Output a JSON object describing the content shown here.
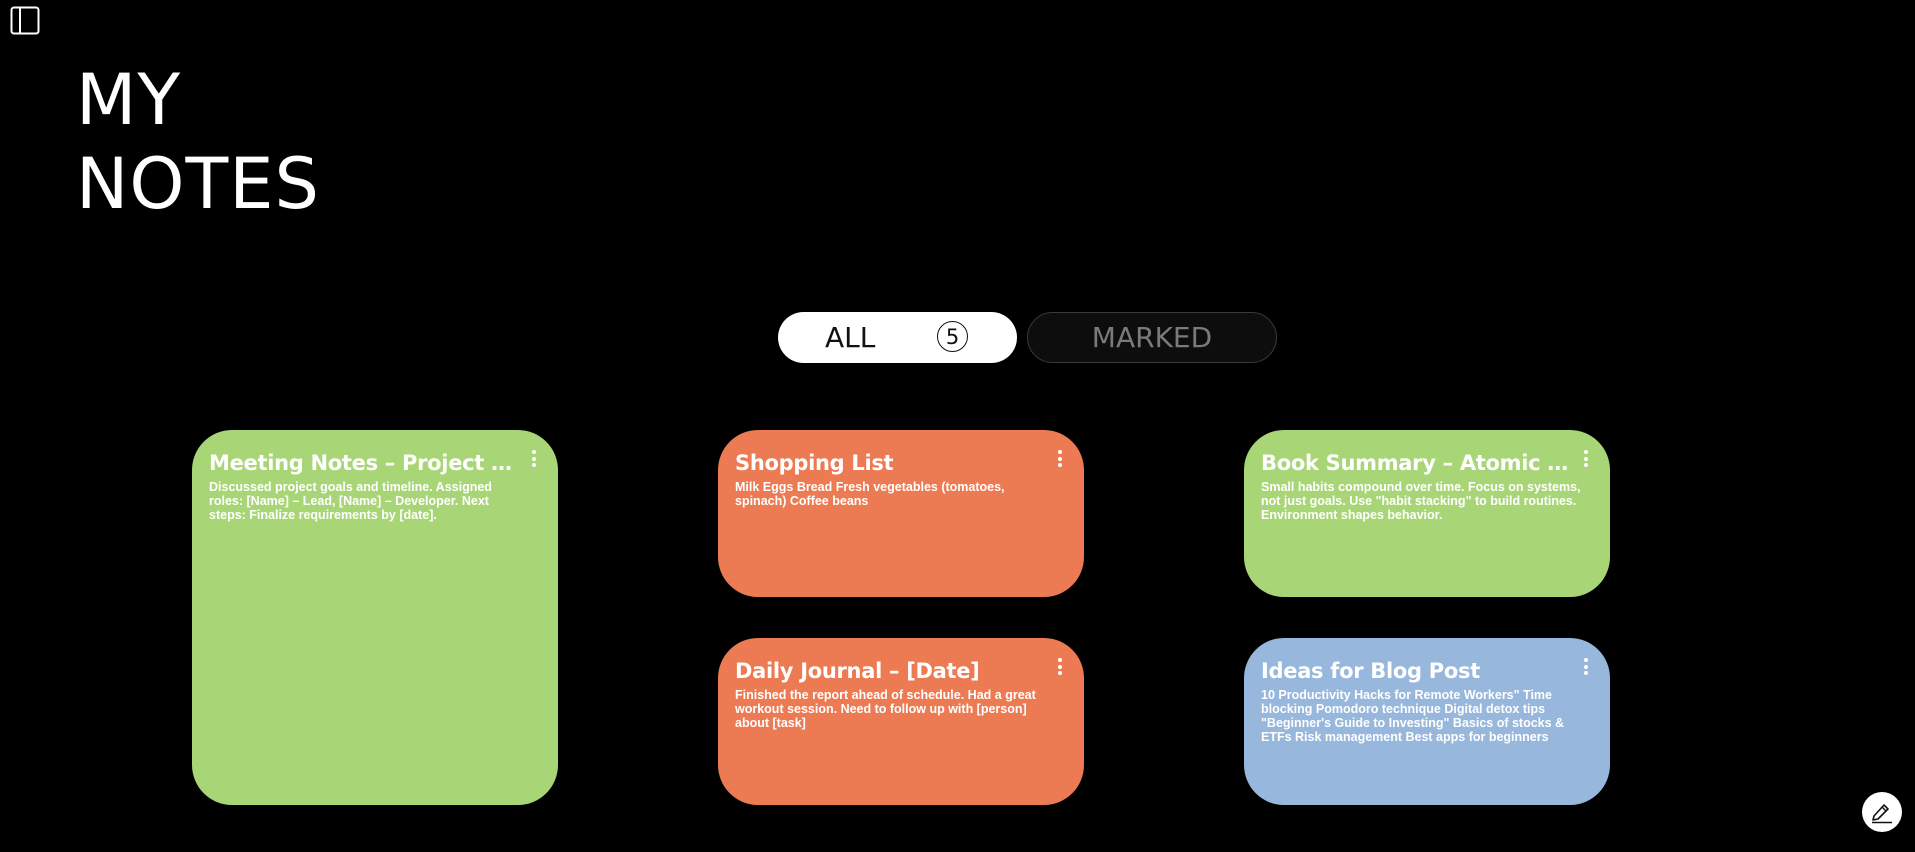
{
  "header": {
    "title_line1": "MY",
    "title_line2": "NOTES"
  },
  "filters": {
    "all_label": "ALL",
    "all_count": "5",
    "marked_label": "MARKED"
  },
  "colors": {
    "green": "#a8d676",
    "orange": "#ec7b53",
    "blue": "#97b7dc",
    "background": "#000000"
  },
  "notes": [
    {
      "title": "Meeting Notes – Project Kickoff",
      "body": "Discussed project goals and timeline. Assigned roles: [Name] – Lead, [Name] – Developer. Next steps: Finalize requirements by [date].",
      "color": "#a8d676"
    },
    {
      "title": "Shopping List",
      "body": "Milk Eggs Bread Fresh vegetables (tomatoes, spinach) Coffee beans",
      "color": "#ec7b53"
    },
    {
      "title": "Book Summary – Atomic Habits",
      "body": "Small habits compound over time. Focus on systems, not just goals. Use \"habit stacking\" to build routines. Environment shapes behavior.",
      "color": "#a8d676"
    },
    {
      "title": "Daily Journal – [Date]",
      "body": "Finished the report ahead of schedule. Had a great workout session. Need to follow up with [person] about [task]",
      "color": "#ec7b53"
    },
    {
      "title": "Ideas for Blog Post",
      "body": "10 Productivity Hacks for Remote Workers\" Time blocking Pomodoro technique Digital detox tips \"Beginner's Guide to Investing\" Basics of stocks & ETFs Risk management Best apps for beginners",
      "color": "#97b7dc"
    }
  ],
  "icons": {
    "sidebar_toggle": "sidebar-toggle-icon",
    "note_menu": "more-vertical-icon",
    "compose": "compose-icon"
  }
}
